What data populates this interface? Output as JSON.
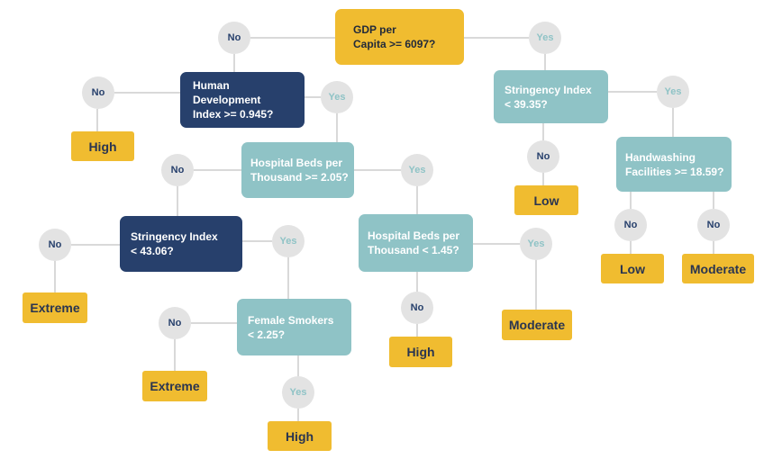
{
  "nodes": {
    "gdp": "GDP per\nCapita >= 6097?",
    "hdi": "Human\nDevelopment\nIndex >= 0.945?",
    "beds1": "Hospital Beds per\nThousand >= 2.05?",
    "stringency1": "Stringency Index\n< 43.06?",
    "smokers": "Female Smokers\n< 2.25?",
    "beds2": "Hospital Beds per\nThousand < 1.45?",
    "stringency2": "Stringency Index\n< 39.35?",
    "handwashing": "Handwashing\nFacilities >= 18.59?"
  },
  "answers": {
    "no": "No",
    "yes": "Yes"
  },
  "leaves": {
    "hdi_no": "High",
    "stringency1_no": "Extreme",
    "smokers_no": "Extreme",
    "smokers_yes": "High",
    "beds2_no": "High",
    "beds2_yes": "Moderate",
    "stringency2_no": "Low",
    "handwashing_no": "Low",
    "handwashing_yes": "Moderate"
  },
  "colors": {
    "root": "#f0bc30",
    "dark_node": "#27406c",
    "teal_node": "#8fc3c6",
    "leaf": "#f0bc30",
    "answer_circle": "#e3e3e3",
    "line": "#d9d9d9"
  }
}
